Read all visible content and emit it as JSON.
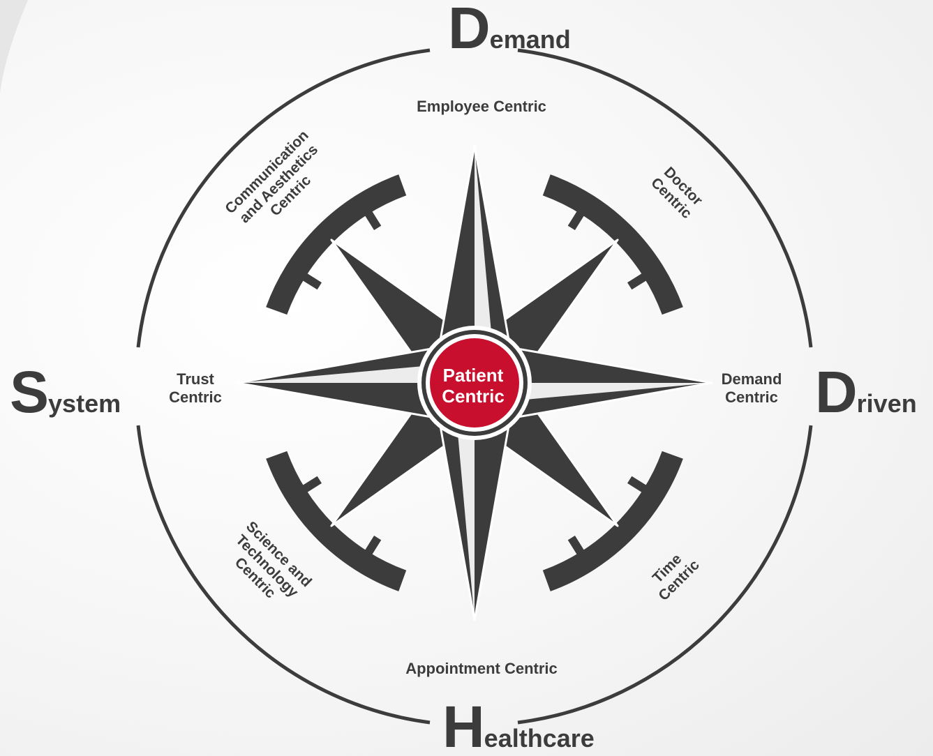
{
  "title_letters": {
    "demand": {
      "initial": "D",
      "rest": "emand"
    },
    "system": {
      "initial": "S",
      "rest": "ystem"
    },
    "driven": {
      "initial": "D",
      "rest": "riven"
    },
    "healthcare": {
      "initial": "H",
      "rest": "ealthcare"
    }
  },
  "center": {
    "line1": "Patient",
    "line2": "Centric"
  },
  "segments": {
    "north": "Employee Centric",
    "south": "Appointment Centric",
    "west": {
      "line1": "Trust",
      "line2": "Centric"
    },
    "east": {
      "line1": "Demand",
      "line2": "Centric"
    },
    "northeast": {
      "line1": "Doctor",
      "line2": "Centric"
    },
    "northwest": {
      "line1": "Communication",
      "line2": "and Aesthetics",
      "line3": "Centric"
    },
    "southeast": {
      "line1": "Time",
      "line2": "Centric"
    },
    "southwest": {
      "line1": "Science and",
      "line2": "Technology",
      "line3": "Centric"
    }
  },
  "colors": {
    "dark": "#3c3c3c",
    "accent": "#c8102e",
    "background": "#f4f4f4"
  }
}
